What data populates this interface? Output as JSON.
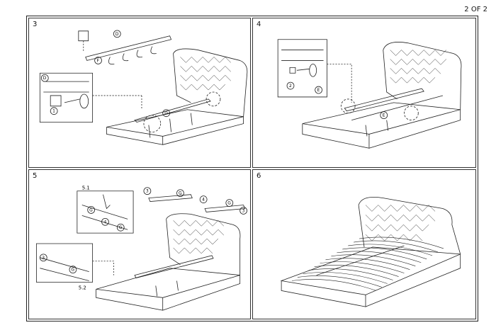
{
  "page": {
    "label": "2 OF 2"
  },
  "steps": [
    {
      "number": "3",
      "callouts": {
        "part_d": "D",
        "part_f": "F",
        "screw_1": "1"
      }
    },
    {
      "number": "4",
      "callouts": {
        "screw_2": "2",
        "part_e": "E"
      }
    },
    {
      "number": "5",
      "callouts": {
        "sub_a": "5.1",
        "sub_b": "5.2",
        "part_g": "G",
        "num_3": "3",
        "num_4": "4"
      }
    },
    {
      "number": "6"
    }
  ]
}
